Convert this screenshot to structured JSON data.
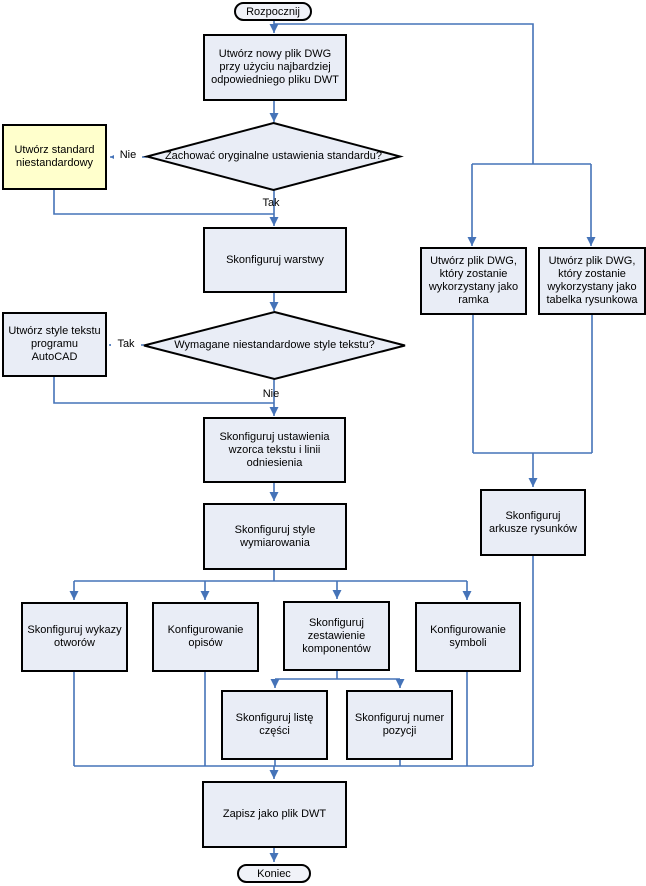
{
  "colors": {
    "process_fill": "#e9edf6",
    "highlight_fill": "#ffffcc",
    "terminator_fill": "#f0f2f8",
    "node_border": "#000000",
    "connector": "#4573b8",
    "text": "#000000"
  },
  "flowchart": {
    "start_label": "Rozpocznij",
    "end_label": "Koniec",
    "nodes": {
      "create_dwg": "Utwórz nowy plik DWG przy użyciu najbardziej odpowiedniego pliku DWT",
      "custom_standard": "Utwórz standard niestandardowy",
      "configure_layers": "Skonfiguruj warstwy",
      "create_text_styles": "Utwórz style tekstu programu AutoCAD",
      "text_template": "Skonfiguruj ustawienia wzorca tekstu i linii odniesienia",
      "dim_styles": "Skonfiguruj style wymiarowania",
      "hole_tables": "Skonfiguruj wykazy otworów",
      "notes": "Konfigurowanie opisów",
      "component_list": "Skonfiguruj zestawienie komponentów",
      "symbols": "Konfigurowanie symboli",
      "parts_list": "Skonfiguruj listę części",
      "item_number": "Skonfiguruj numer pozycji",
      "dwg_frame": "Utwórz plik DWG, który zostanie wykorzystany jako ramka",
      "dwg_titleblock": "Utwórz plik DWG, który zostanie wykorzystany jako tabelka rysunkowa",
      "sheets": "Skonfiguruj arkusze rysunków",
      "save_dwt": "Zapisz jako plik DWT"
    },
    "decisions": {
      "keep_original": "Zachować oryginalne ustawienia standardu?",
      "custom_text_styles": "Wymagane niestandardowe style tekstu?"
    },
    "edge_labels": {
      "d1_no": "Nie",
      "d1_yes": "Tak",
      "d2_yes": "Tak",
      "d2_no": "Nie"
    }
  }
}
